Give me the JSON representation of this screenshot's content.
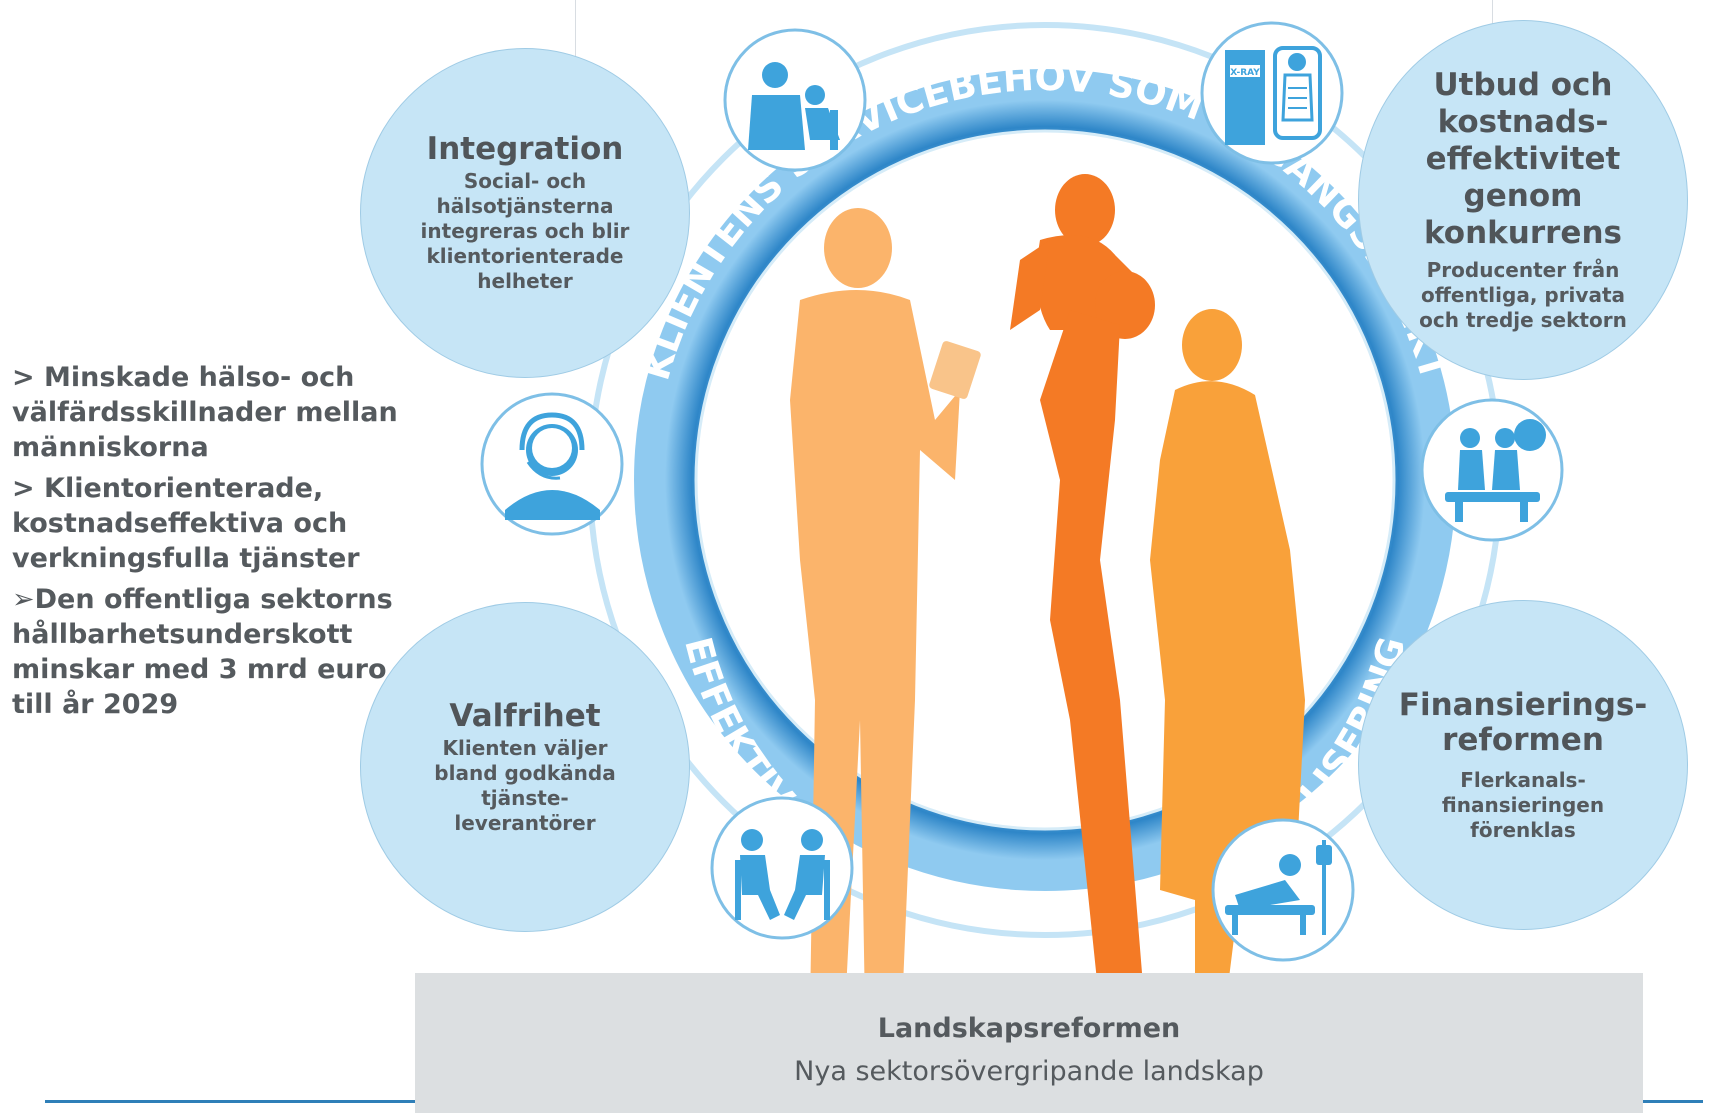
{
  "ring": {
    "top_text": "KLIENTENS SERVICEBEHOV SOM UTGÅNGSPUNKT",
    "bottom_text": "EFFEKTIVA PROCESSER GENOM DIGITALISERING"
  },
  "bubbles": {
    "integration": {
      "title": "Integration",
      "text": "Social- och hälsotjänsterna integreras och blir klientorienterade helheter"
    },
    "utbud": {
      "title": "Utbud och kostnads-effektivitet genom konkurrens",
      "text": "Producenter från offentliga, privata och tredje sektorn"
    },
    "valfrihet": {
      "title": "Valfrihet",
      "text": "Klienten väljer bland godkända tjänste-leverantörer"
    },
    "finansiering": {
      "title": "Finansierings-reformen",
      "text": "Flerkanals-finansieringen förenklas"
    }
  },
  "goals": [
    "> Minskade hälso- och välfärdsskillnader mellan människorna",
    "> Klientorienterade, kostnadseffektiva och verkningsfulla tjänster",
    "➢Den offentliga sektorns hållbarhetsunderskott minskar med 3 mrd euro till år 2029"
  ],
  "icons": {
    "doctor": "doctor-examining-child-icon",
    "xray": "x-ray-icon",
    "xray_label": "X-RAY",
    "headset": "call-center-agent-icon",
    "surgery": "surgery-icon",
    "meeting": "two-people-meeting-icon",
    "hospital_bed": "hospital-bed-icon"
  },
  "bottom": {
    "title": "Landskapsreformen",
    "subtitle": "Nya sektorsövergripande landskap"
  },
  "colors": {
    "bubble_fill": "#c6e5f6",
    "ring_blue": "#2e86c8",
    "icon_blue": "#3ea3dc",
    "figure_light": "#fbb46b",
    "figure_orange": "#f47a25",
    "figure_mid": "#f9a13a",
    "text_gray": "#555a5e",
    "bottom_box": "#dcdfe1"
  }
}
